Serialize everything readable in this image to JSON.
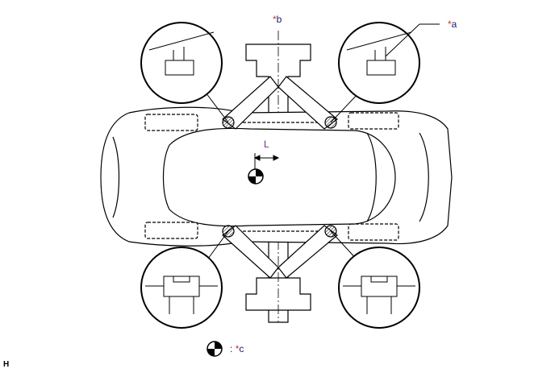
{
  "labels": {
    "a": "a",
    "b": "b",
    "c": "c",
    "asterisk": "*",
    "l": "L",
    "legend_sep": ":",
    "figure_code": "H"
  },
  "colors": {
    "line": "#000000",
    "label": "#1a1a6e",
    "asterisk": "#c0392b",
    "l_label": "#7a2a8a"
  }
}
